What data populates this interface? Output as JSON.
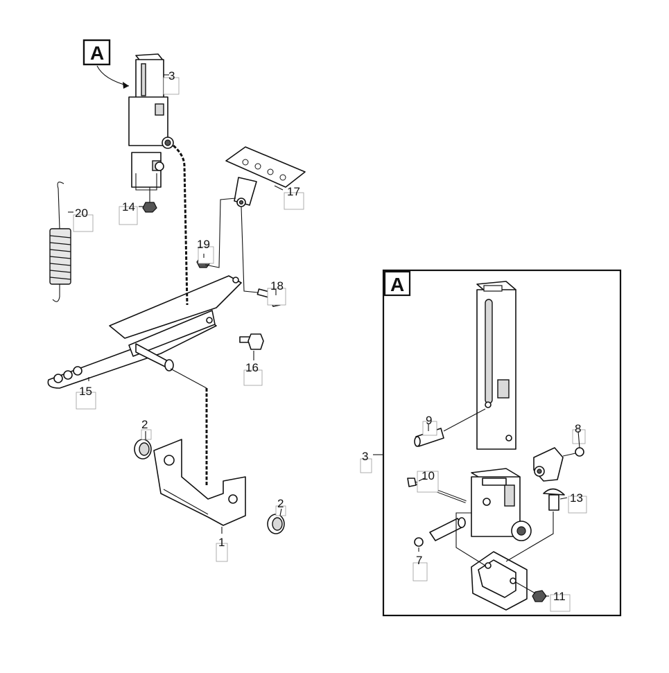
{
  "view_label": "A",
  "callouts": {
    "c1": "1",
    "c2a": "2",
    "c2b": "2",
    "c3": "3",
    "c3b": "3",
    "c7": "7",
    "c8": "8",
    "c9": "9",
    "c10": "10",
    "c11": "11",
    "c13": "13",
    "c14": "14",
    "c15": "15",
    "c16": "16",
    "c17": "17",
    "c18": "18",
    "c19": "19",
    "c20": "20"
  }
}
